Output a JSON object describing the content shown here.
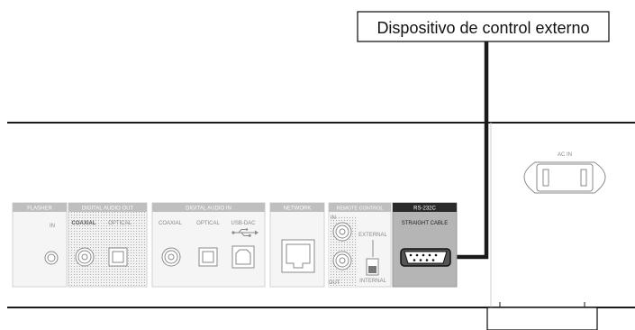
{
  "device_label": "Dispositivo de control externo",
  "panel": {
    "ac_in": "AC IN",
    "flasher": {
      "header": "FLASHER",
      "port": "IN"
    },
    "digital_audio_out": {
      "header": "DIGITAL AUDIO OUT",
      "coaxial": "COAXIAL",
      "optical": "OPTICAL"
    },
    "digital_audio_in": {
      "header": "DIGITAL AUDIO IN",
      "coaxial": "COAXIAL",
      "optical": "OPTICAL",
      "usb_dac": "USB-DAC"
    },
    "network": {
      "header": "NETWORK"
    },
    "remote_control": {
      "header": "REMOTE CONTROL",
      "in": "IN",
      "out": "OUT",
      "external": "EXTERNAL",
      "internal": "INTERNAL"
    },
    "rs232c": {
      "header": "RS-232C",
      "cable": "STRAIGHT CABLE"
    }
  },
  "colors": {
    "line": "#1a1a1a",
    "panel_gray": "#d9d9d9",
    "rs232c_fill": "#b5b5b5",
    "header_gray": "#bfbfbf",
    "rs232c_header": "#2b2b2b"
  }
}
